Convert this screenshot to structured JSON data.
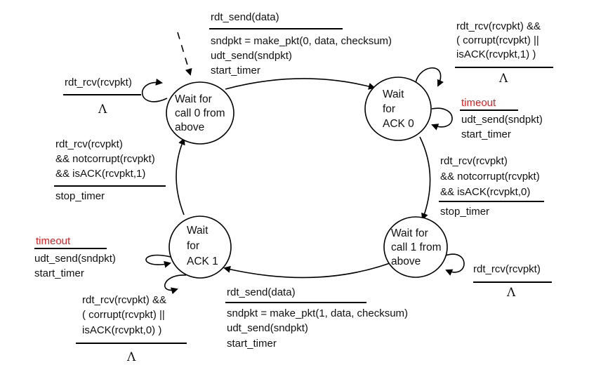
{
  "states": {
    "wait_call_0": [
      "Wait for",
      "call 0 from",
      "above"
    ],
    "wait_ack_0": [
      "Wait",
      "for",
      "ACK 0"
    ],
    "wait_call_1": [
      "Wait for",
      "call 1 from",
      "above"
    ],
    "wait_ack_1": [
      "Wait",
      "for",
      "ACK 1"
    ]
  },
  "transitions": {
    "call0_to_ack0": {
      "event": "rdt_send(data)",
      "actions": [
        "sndpkt = make_pkt(0, data, checksum)",
        "udt_send(sndpkt)",
        "start_timer"
      ]
    },
    "ack0_self_corrupt": {
      "event": [
        "rdt_rcv(rcvpkt) &&",
        "( corrupt(rcvpkt) ||",
        "isACK(rcvpkt,1) )"
      ],
      "action": "Λ"
    },
    "ack0_timeout": {
      "event": "timeout",
      "actions": [
        "udt_send(sndpkt)",
        "start_timer"
      ]
    },
    "ack0_to_call1": {
      "event": [
        "rdt_rcv(rcvpkt)",
        "&& notcorrupt(rcvpkt)",
        "&& isACK(rcvpkt,0)"
      ],
      "action": "stop_timer"
    },
    "call1_self": {
      "event": "rdt_rcv(rcvpkt)",
      "action": "Λ"
    },
    "call1_to_ack1": {
      "event": "rdt_send(data)",
      "actions": [
        "sndpkt = make_pkt(1, data, checksum)",
        "udt_send(sndpkt)",
        "start_timer"
      ]
    },
    "ack1_timeout": {
      "event": "timeout",
      "actions": [
        "udt_send(sndpkt)",
        "start_timer"
      ]
    },
    "ack1_self_corrupt": {
      "event": [
        "rdt_rcv(rcvpkt) &&",
        "( corrupt(rcvpkt) ||",
        "isACK(rcvpkt,0) )"
      ],
      "action": "Λ"
    },
    "ack1_to_call0": {
      "event": [
        "rdt_rcv(rcvpkt)",
        "&& notcorrupt(rcvpkt)",
        "&& isACK(rcvpkt,1)"
      ],
      "action": "stop_timer"
    },
    "call0_self": {
      "event": "rdt_rcv(rcvpkt)",
      "action": "Λ"
    }
  },
  "colors": {
    "timeout": "#e02020",
    "stroke": "#000000"
  }
}
